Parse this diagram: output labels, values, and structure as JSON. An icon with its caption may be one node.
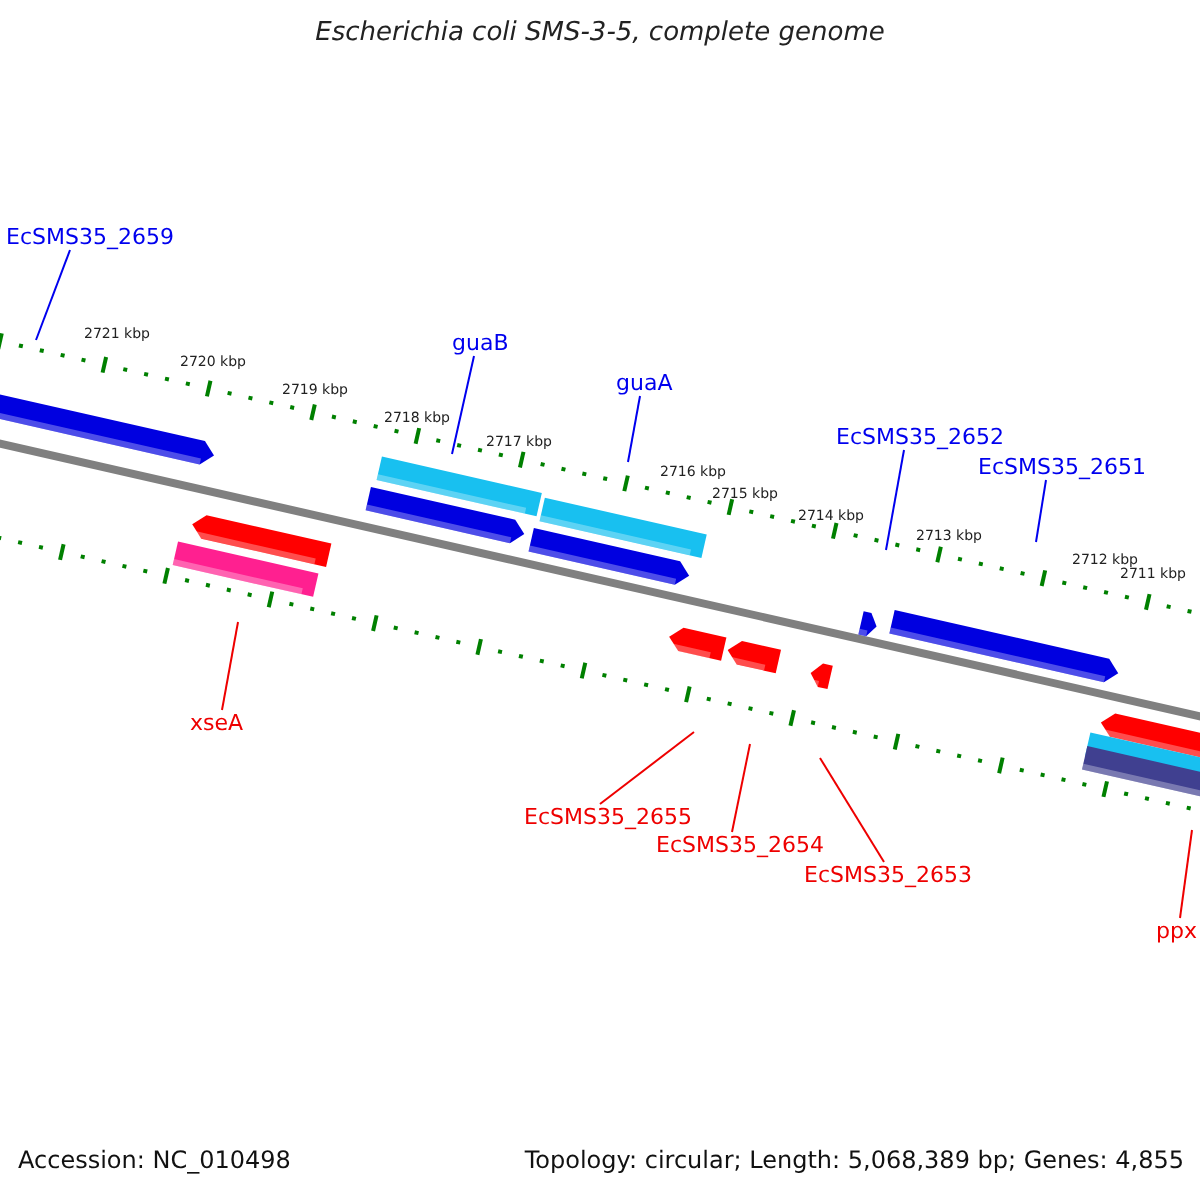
{
  "diagram": {
    "title": "Escherichia coli SMS-3-5, complete genome",
    "nodes": [
      {
        "text": [
          "EcSMS35_2659"
        ]
      },
      {
        "text": [
          "guaB"
        ]
      },
      {
        "text": [
          "guaA"
        ]
      },
      {
        "text": [
          "EcSMS35_2652"
        ]
      },
      {
        "text": [
          "EcSMS35_2651"
        ]
      },
      {
        "text": [
          "xseA"
        ]
      },
      {
        "text": [
          "EcSMS35_2655"
        ]
      },
      {
        "text": [
          "EcSMS35_2654"
        ]
      },
      {
        "text": [
          "EcSMS35_2653"
        ]
      },
      {
        "text": [
          "ppx"
        ]
      }
    ],
    "edges": [
      {
        "from": 0,
        "to": null,
        "arrow": "none"
      },
      {
        "from": 1,
        "to": null,
        "arrow": "none"
      },
      {
        "from": 2,
        "to": null,
        "arrow": "none"
      },
      {
        "from": 3,
        "to": null,
        "arrow": "none"
      },
      {
        "from": 4,
        "to": null,
        "arrow": "none"
      },
      {
        "from": 5,
        "to": null,
        "arrow": "none",
        "color": "#ee0000"
      },
      {
        "from": 6,
        "to": null,
        "arrow": "none",
        "color": "#ee0000"
      },
      {
        "from": 7,
        "to": null,
        "arrow": "none",
        "color": "#ee0000"
      },
      {
        "from": 8,
        "to": null,
        "arrow": "none",
        "color": "#ee0000"
      },
      {
        "from": 9,
        "to": null,
        "arrow": "none",
        "color": "#ee0000"
      }
    ],
    "labels": [
      "2721 kbp",
      "2720 kbp",
      "2719 kbp",
      "2718 kbp",
      "2717 kbp",
      "2716 kbp",
      "2715 kbp",
      "2714 kbp",
      "2713 kbp",
      "2712 kbp",
      "2711 kbp",
      "Accession: NC_010498",
      "Topology: circular; Length: 5,068,389 bp; Genes: 4,855"
    ]
  }
}
